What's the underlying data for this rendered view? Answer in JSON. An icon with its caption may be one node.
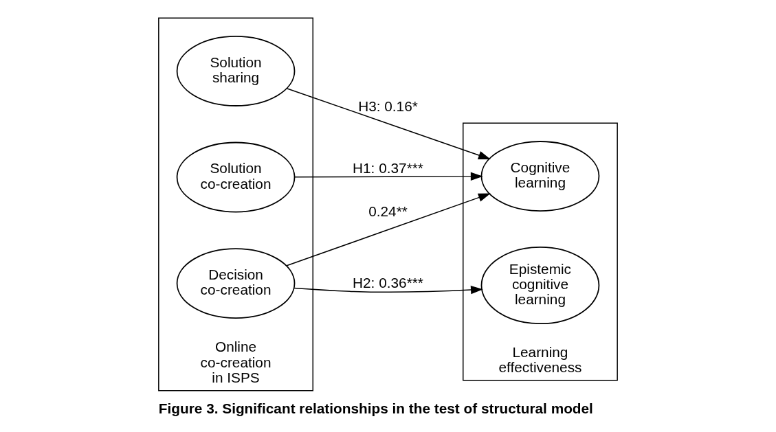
{
  "diagram": {
    "caption": "Figure 3. Significant relationships in the test of structural model",
    "nodes": [
      {
        "text": [
          "Online co-creation in ISPS"
        ]
      },
      {
        "text": [
          "Solution co-creation"
        ],
        "in": 0
      },
      {
        "text": [
          "Decision co-creation"
        ],
        "in": 0
      },
      {
        "text": [
          "Solution sharing"
        ],
        "in": 0
      },
      {
        "text": [
          "Learning effectiveness"
        ]
      },
      {
        "text": [
          "Cognitive learning"
        ],
        "in": 4
      },
      {
        "text": [
          "Epistemic cognitive learning"
        ],
        "in": 4
      }
    ],
    "edges": [
      {
        "from": 1,
        "to": 5,
        "arrow": "to",
        "label": "H1: 0.37***"
      },
      {
        "from": 2,
        "to": 5,
        "arrow": "to",
        "label": "0.24**"
      },
      {
        "from": 2,
        "to": 6,
        "arrow": "to",
        "label": "H2: 0.36***"
      },
      {
        "from": 3,
        "to": 5,
        "arrow": "to",
        "label": "H3: 0.16*"
      }
    ]
  }
}
